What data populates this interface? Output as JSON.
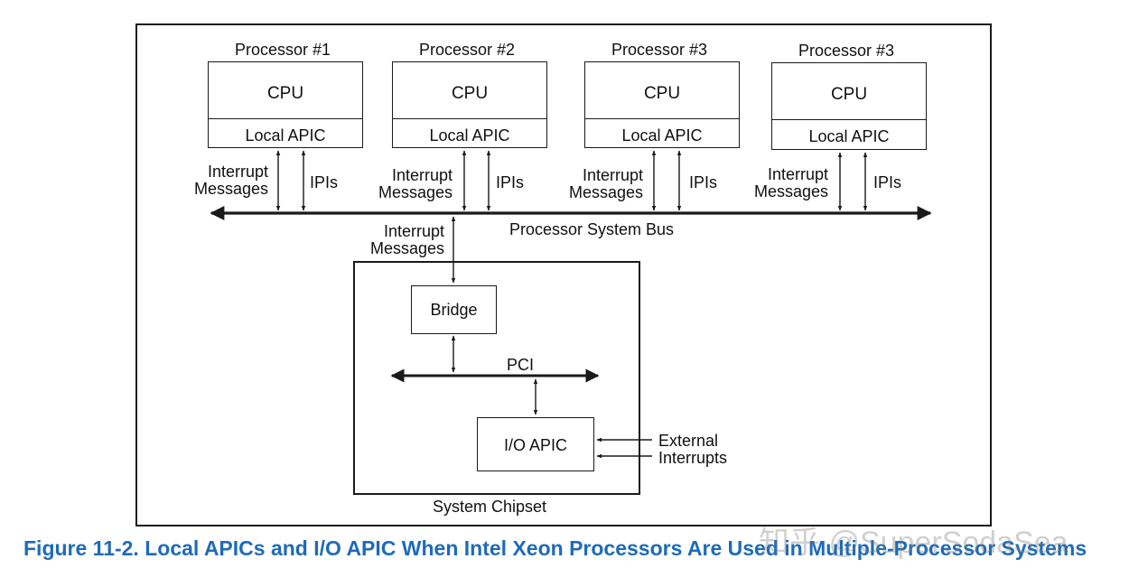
{
  "processors": [
    {
      "title": "Processor #1",
      "cpu": "CPU",
      "apic": "Local APIC",
      "msg_line1": "Interrupt",
      "msg_line2": "Messages",
      "ipi": "IPIs"
    },
    {
      "title": "Processor #2",
      "cpu": "CPU",
      "apic": "Local APIC",
      "msg_line1": "Interrupt",
      "msg_line2": "Messages",
      "ipi": "IPIs"
    },
    {
      "title": "Processor #3",
      "cpu": "CPU",
      "apic": "Local APIC",
      "msg_line1": "Interrupt",
      "msg_line2": "Messages",
      "ipi": "IPIs"
    },
    {
      "title": "Processor #3",
      "cpu": "CPU",
      "apic": "Local APIC",
      "msg_line1": "Interrupt",
      "msg_line2": "Messages",
      "ipi": "IPIs"
    }
  ],
  "bus": {
    "label": "Processor System Bus",
    "msg_line1": "Interrupt",
    "msg_line2": "Messages"
  },
  "chipset": {
    "label": "System Chipset",
    "bridge": "Bridge",
    "pci": "PCI",
    "ioapic": "I/O APIC",
    "ext_line1": "External",
    "ext_line2": "Interrupts"
  },
  "caption": "Figure 11-2.  Local APICs and I/O APIC When Intel Xeon Processors Are Used in Multiple-Processor Systems",
  "watermark": "知乎 @SuperSodaSea",
  "colors": {
    "caption": "#1e6bb8",
    "line": "#1a1a1a"
  }
}
